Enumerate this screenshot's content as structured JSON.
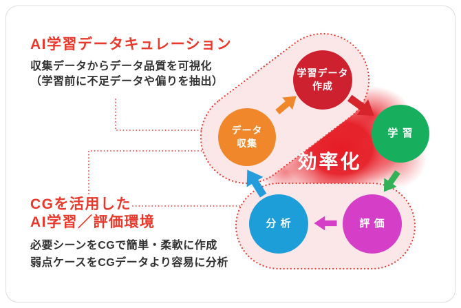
{
  "annotations": {
    "curation": {
      "title": "AI学習データキュレーション",
      "desc": [
        "収集データからデータ品質を可視化",
        "（学習前に不足データや偏りを抽出）"
      ]
    },
    "cg": {
      "title": [
        "CGを活用した",
        "AI学習／評価環境"
      ],
      "desc": [
        "必要シーンをCGで簡単・柔軟に作成",
        "弱点ケースをCGデータより容易に分析"
      ]
    }
  },
  "cycle": {
    "center_label": "効率化",
    "nodes": [
      {
        "id": "data-collection",
        "label": "データ\n収集",
        "color": "#f0882b"
      },
      {
        "id": "training-data-creation",
        "label": "学習データ\n作成",
        "color": "#ce2130"
      },
      {
        "id": "training",
        "label": "学 習",
        "color": "#17af5d"
      },
      {
        "id": "evaluation",
        "label": "評 価",
        "color": "#d53ec6"
      },
      {
        "id": "analysis",
        "label": "分 析",
        "color": "#1e9ed8"
      }
    ],
    "arrows": [
      {
        "id": "collection-to-creation",
        "direction": "up-right",
        "color": "#f0882b"
      },
      {
        "id": "creation-to-training",
        "direction": "down-right",
        "color": "#d5242c"
      },
      {
        "id": "training-to-evaluation",
        "direction": "down-left",
        "color": "#32b156"
      },
      {
        "id": "evaluation-to-analysis",
        "direction": "left",
        "color": "#d53ec6"
      },
      {
        "id": "analysis-to-collection",
        "direction": "up-left",
        "color": "#259cdb"
      }
    ]
  },
  "colors": {
    "heading_red": "#e8382b",
    "body_text": "#323232",
    "dotted_line_red": "#ea3b34",
    "pill_fill": "#fbe7e7",
    "glow_red": "#e51720",
    "card_border": "#dcdcdc",
    "background": "#ffffff"
  }
}
